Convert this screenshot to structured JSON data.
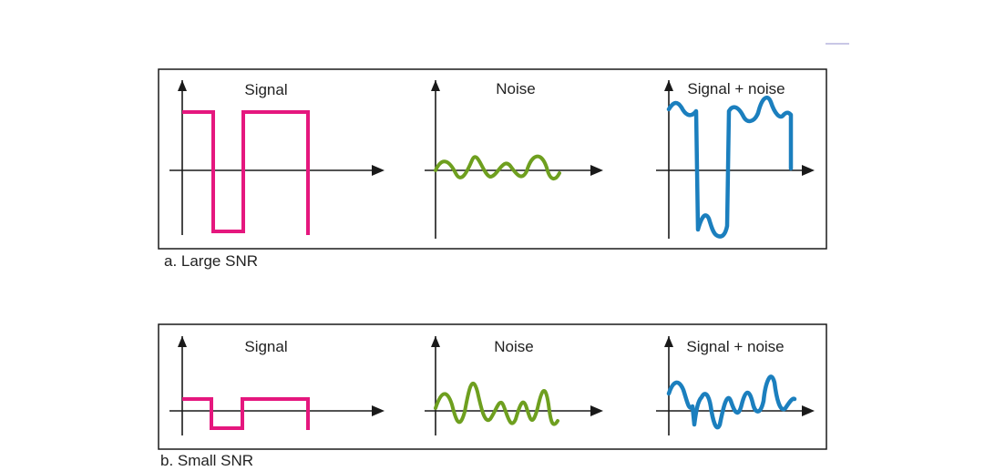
{
  "colors": {
    "signal": "#e5177e",
    "noise": "#6e9f1f",
    "combined": "#1b7fbe",
    "axis": "#1a1a1a",
    "frame": "#1a1a1a",
    "mark": "#c9c7e6"
  },
  "panels": [
    {
      "caption": "a. Large SNR",
      "plots": [
        {
          "title": "Signal",
          "kind": "signal"
        },
        {
          "title": "Noise",
          "kind": "noise"
        },
        {
          "title": "Signal + noise",
          "kind": "combined"
        }
      ]
    },
    {
      "caption": "b. Small  SNR",
      "plots": [
        {
          "title": "Signal",
          "kind": "signal"
        },
        {
          "title": "Noise",
          "kind": "noise"
        },
        {
          "title": "Signal + noise",
          "kind": "combined"
        }
      ]
    }
  ]
}
